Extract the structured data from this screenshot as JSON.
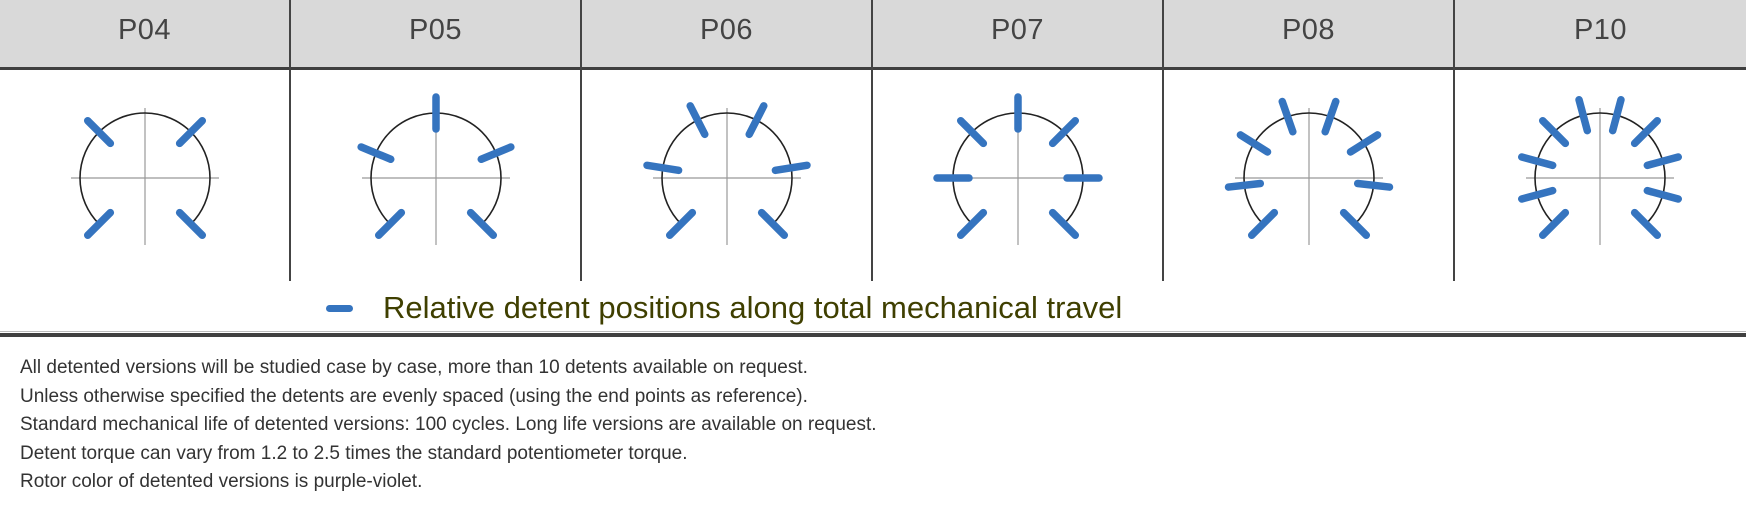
{
  "colors": {
    "detent": "#3574bf",
    "arc": "#222222",
    "axis": "#999999"
  },
  "models": [
    {
      "label": "P04",
      "detents": 4
    },
    {
      "label": "P05",
      "detents": 5
    },
    {
      "label": "P06",
      "detents": 6
    },
    {
      "label": "P07",
      "detents": 7
    },
    {
      "label": "P08",
      "detents": 8
    },
    {
      "label": "P10",
      "detents": 10
    }
  ],
  "travel_degrees": 270,
  "legend": {
    "text": "Relative detent positions along total mechanical travel"
  },
  "notes": [
    "All detented versions will be studied case by case, more than 10 detents available on request.",
    "Unless otherwise specified the detents are evenly spaced (using the end points as reference).",
    "Standard mechanical life of detented versions: 100 cycles. Long life versions are available on request.",
    "Detent torque can vary from 1.2 to 2.5 times the standard potentiometer torque.",
    "Rotor color of detented versions is purple-violet."
  ]
}
